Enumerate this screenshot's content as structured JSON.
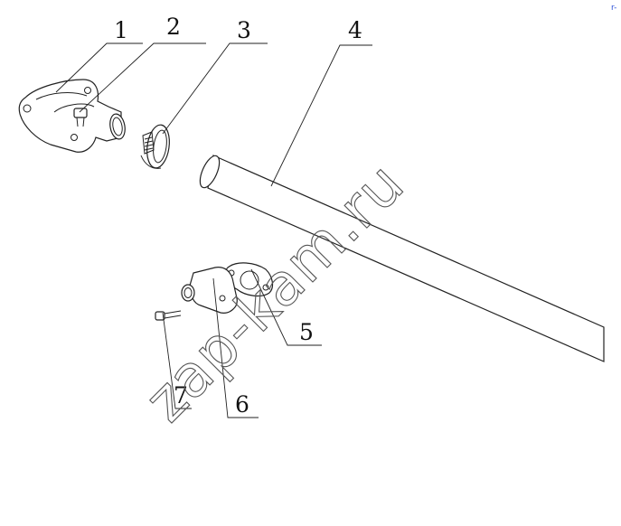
{
  "callouts": [
    {
      "id": 1,
      "text": "1"
    },
    {
      "id": 2,
      "text": "2"
    },
    {
      "id": 3,
      "text": "3"
    },
    {
      "id": 4,
      "text": "4"
    },
    {
      "id": 5,
      "text": "5"
    },
    {
      "id": 6,
      "text": "6"
    },
    {
      "id": 7,
      "text": "7"
    }
  ],
  "watermark": "zap-kam.ru",
  "corner_mark": "r-",
  "colors": {
    "line": "#222222",
    "watermark": "#555555",
    "corner": "#2a4fd6"
  }
}
